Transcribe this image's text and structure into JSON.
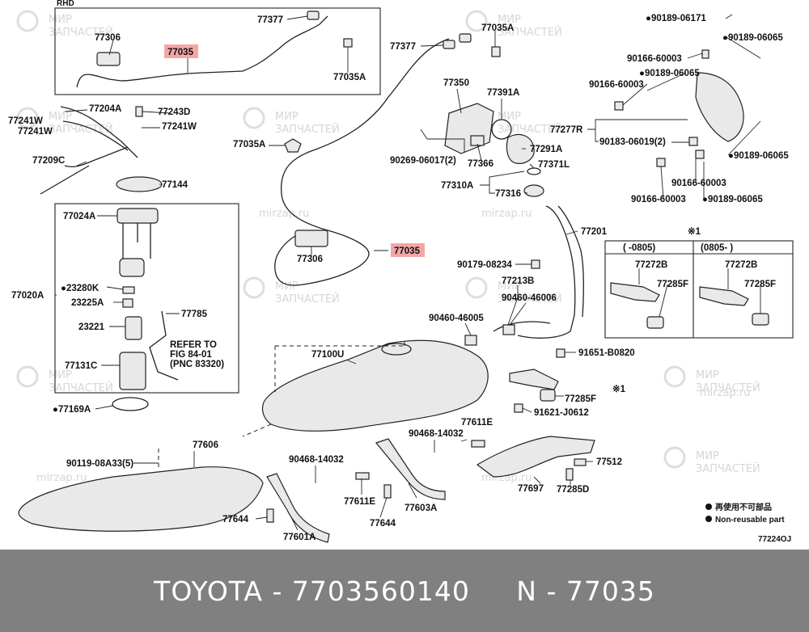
{
  "diagram": {
    "corner_label": "RHD",
    "page_code": "77224OJ",
    "refer_note": [
      "REFER TO",
      "FIG 84-01",
      "(PNC 83320)"
    ],
    "legend": {
      "item1": "再使用不可部品",
      "item2": "Non-reusable part"
    },
    "watermark": {
      "line1": "МИР",
      "line2": "ЗАПЧАСТЕЙ",
      "site": "mirzap.ru"
    },
    "variants": {
      "mark": "※1",
      "left_header": "(     -0805)",
      "right_header": "(0805-     )"
    },
    "labels": {
      "l77377a": "77377",
      "l77306a": "77306",
      "l77035a_hl": "77035",
      "l77035a_clip": "77035A",
      "l77377b": "77377",
      "l77035a_top": "77035A",
      "l77204a": "77204A",
      "l77241w1": "77241W",
      "l77241w2": "77241W",
      "l77243d": "77243D",
      "l77241w3": "77241W",
      "l77209c": "77209C",
      "l77144": "77144",
      "l77024a": "77024A",
      "l77020a": "77020A",
      "l23280k": "●23280K",
      "l23225a": "23225A",
      "l77785": "77785",
      "l23221": "23221",
      "l77131c": "77131C",
      "l77169a": "●77169A",
      "l77035a_mid": "77035A",
      "l77306b": "77306",
      "l77035b_hl": "77035",
      "l77350": "77350",
      "l77391a": "77391A",
      "l90269": "90269-06017(2)",
      "l77366": "77366",
      "l77291a": "77291A",
      "l77371l": "77371L",
      "l77310a": "77310A",
      "l77316": "77316",
      "l77201": "77201",
      "l90179": "90179-08234",
      "l77213b": "77213B",
      "l90460a": "90460-46006",
      "l90460b": "90460-46005",
      "l91651": "91651-B0820",
      "l77100u": "77100U",
      "l77285f_main": "77285F",
      "l91621": "91621-J0612",
      "l90468a": "90468-14032",
      "l77611e_a": "77611E",
      "l77512": "77512",
      "l77606": "77606",
      "l90119": "90119-08A33(5)",
      "l90468b": "90468-14032",
      "l77611e_b": "77611E",
      "l77697": "77697",
      "l77285d": "77285D",
      "l77603a": "77603A",
      "l77644a": "77644",
      "l77644b": "77644",
      "l77601a": "77601A",
      "l90189_06171": "●90189-06171",
      "l90189_06065a": "●90189-06065",
      "l90166_60003a": "90166-60003",
      "l90189_06065b": "●90189-06065",
      "l90166_60003b": "90166-60003",
      "l77277r": "77277R",
      "l90183": "90183-06019(2)",
      "l90189_06065c": "●90189-06065",
      "l90166_60003c": "90166-60003",
      "l90166_60003d": "90166-60003",
      "l90189_06065d": "●90189-06065",
      "l77272b_l": "77272B",
      "l77285f_l": "77285F",
      "l77272b_r": "77272B",
      "l77285f_r": "77285F"
    }
  },
  "footer": {
    "caption": "TOYOTA - 7703560140     N - 77035"
  }
}
